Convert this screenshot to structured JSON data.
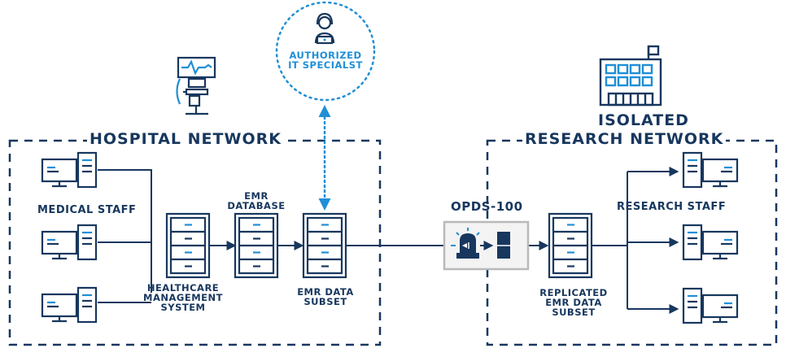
{
  "networks": {
    "hospital": "HOSPITAL NETWORK",
    "research_line1": "ISOLATED",
    "research_line2": "RESEARCH NETWORK"
  },
  "labels": {
    "medical_staff": "MEDICAL STAFF",
    "hms": "HEALTHCARE\nMANAGEMENT\nSYSTEM",
    "emr_database": "EMR\nDATABASE",
    "emr_subset": "EMR DATA\nSUBSET",
    "opds": "OPDS-100",
    "replicated": "REPLICATED\nEMR DATA\nSUBSET",
    "research_staff": "RESEARCH STAFF",
    "specialist": "AUTHORIZED\nIT SPECIALST"
  },
  "colors": {
    "navy": "#17375e",
    "accent": "#1f8fd6",
    "device_border": "#b9b9b9"
  },
  "icons": {
    "monitor": "patient-monitor-icon",
    "building": "research-building-icon",
    "specialist": "it-specialist-icon",
    "workstation": "workstation-icon",
    "server": "server-icon",
    "diode": "data-diode-icon"
  }
}
